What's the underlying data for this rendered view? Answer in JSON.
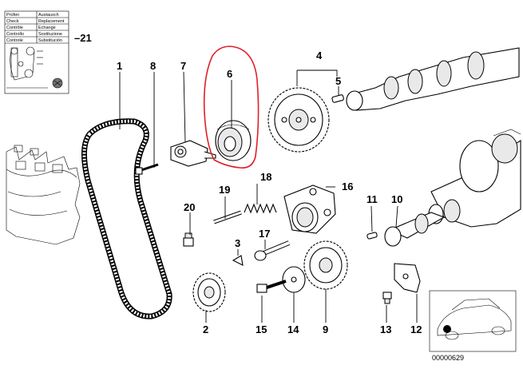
{
  "legend_table": {
    "rows": [
      [
        "Prüfen",
        "Austausch"
      ],
      [
        "Check",
        "Replacement"
      ],
      [
        "Contrôle",
        "Echange"
      ],
      [
        "Controllo",
        "Sostituzione"
      ],
      [
        "Controle",
        "Substitución"
      ]
    ]
  },
  "parts": [
    {
      "id": "p1",
      "label": "1"
    },
    {
      "id": "p2",
      "label": "2"
    },
    {
      "id": "p3",
      "label": "3"
    },
    {
      "id": "p4",
      "label": "4"
    },
    {
      "id": "p5",
      "label": "5"
    },
    {
      "id": "p6",
      "label": "6"
    },
    {
      "id": "p7",
      "label": "7"
    },
    {
      "id": "p8",
      "label": "8"
    },
    {
      "id": "p9",
      "label": "9"
    },
    {
      "id": "p10",
      "label": "10"
    },
    {
      "id": "p11",
      "label": "11"
    },
    {
      "id": "p12",
      "label": "12"
    },
    {
      "id": "p13",
      "label": "13"
    },
    {
      "id": "p14",
      "label": "14"
    },
    {
      "id": "p15",
      "label": "15"
    },
    {
      "id": "p16",
      "label": "16"
    },
    {
      "id": "p17",
      "label": "17"
    },
    {
      "id": "p18",
      "label": "18"
    },
    {
      "id": "p19",
      "label": "19"
    },
    {
      "id": "p20",
      "label": "20"
    },
    {
      "id": "p21",
      "label": "–21"
    }
  ],
  "diagram_ref": "00000629",
  "highlight_color": "#e0202a"
}
